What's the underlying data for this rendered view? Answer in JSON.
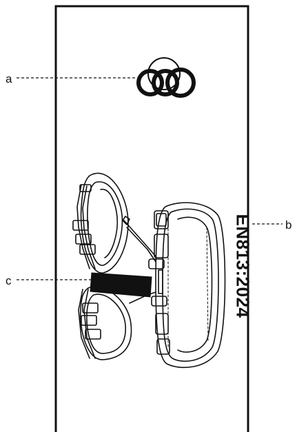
{
  "callouts": {
    "a": "a",
    "b": "b",
    "c": "c"
  },
  "marking": {
    "standard_text": "EN813:2024"
  },
  "icons": {
    "logo": "interlocking-rings-logo",
    "product": "sit-harness-drawing"
  },
  "colors": {
    "stroke": "#111111",
    "background": "#ffffff",
    "band": "#111111"
  }
}
